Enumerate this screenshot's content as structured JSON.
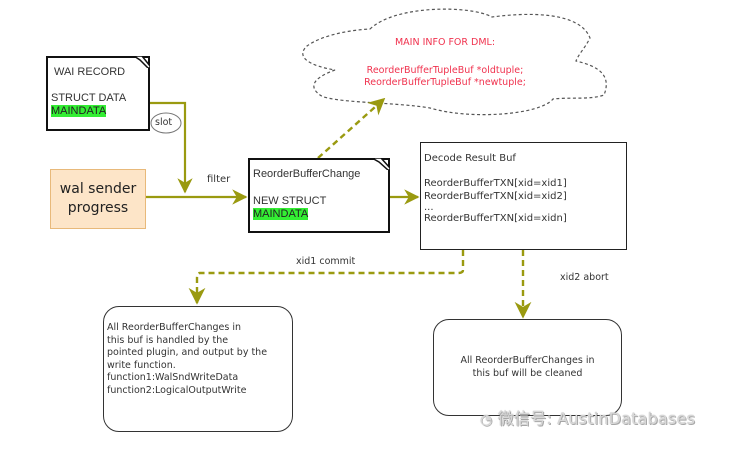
{
  "colors": {
    "arrow": "#9a9a10",
    "highlight": "#33ee33",
    "cloud_text": "#f0324e",
    "wal_fill": "#fde5c8",
    "wal_border": "#e8b97a"
  },
  "wal_record": {
    "title": "WAI RECORD",
    "line2": "STRUCT DATA",
    "highlight": "MAINDATA"
  },
  "slot_label": "slot",
  "wal_sender": {
    "line1": "wal sender",
    "line2": "progress"
  },
  "filter_label": "filter",
  "reorder_change": {
    "title": "ReorderBufferChange",
    "line2": "NEW STRUCT",
    "highlight": "MAINDATA"
  },
  "cloud": {
    "title": "MAIN INFO FOR DML:",
    "line1": "ReorderBufferTupleBuf *oldtuple;",
    "line2": "ReorderBufferTupleBuf *newtuple;"
  },
  "decode_buf": {
    "title": "Decode Result Buf",
    "items": [
      "ReorderBufferTXN[xid=xid1]",
      "ReorderBufferTXN[xid=xid2]",
      "...",
      "ReorderBufferTXN[xid=xidn]"
    ]
  },
  "commit_label": "xid1 commit",
  "abort_label": "xid2 abort",
  "commit_box": {
    "lines": [
      "All ReorderBufferChanges in",
      "this buf is handled by the",
      "pointed plugin, and output by the",
      "write function.",
      "function1:WalSndWriteData",
      "function2:LogicalOutputWrite"
    ]
  },
  "abort_box": {
    "lines": [
      "All ReorderBufferChanges in",
      "this buf will be cleaned"
    ]
  },
  "watermark": "微信号: AustinDatabases"
}
